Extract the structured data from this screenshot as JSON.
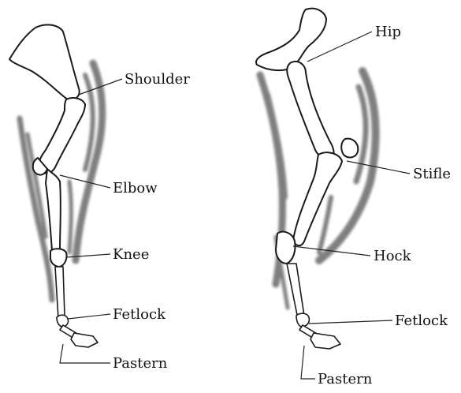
{
  "foreleg": {
    "labels": {
      "shoulder": "Shoulder",
      "elbow": "Elbow",
      "knee": "Knee",
      "fetlock": "Fetlock",
      "pastern": "Pastern"
    }
  },
  "hindleg": {
    "labels": {
      "hip": "Hip",
      "stifle": "Stifle",
      "hock": "Hock",
      "fetlock": "Fetlock",
      "pastern": "Pastern"
    }
  }
}
